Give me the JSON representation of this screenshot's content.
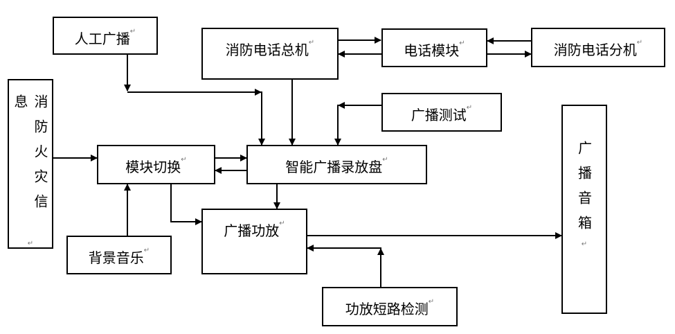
{
  "paragraph_mark": "↵",
  "boxes": {
    "manual_broadcast": "人工广播",
    "fire_phone_host": "消防电话总机",
    "phone_module": "电话模块",
    "fire_phone_extension": "消防电话分机",
    "fire_alarm_info": "消防火灾信息",
    "broadcast_test": "广播测试",
    "broadcast_speaker": "广播音箱",
    "module_switch": "模块切换",
    "smart_broadcast_recorder": "智能广播录放盘",
    "broadcast_amplifier": "广播功放",
    "background_music": "背景音乐",
    "amp_short_circuit_detection": "功放短路检测"
  },
  "colors": {
    "line": "#000000",
    "box_border": "#000000",
    "background": "#ffffff"
  }
}
